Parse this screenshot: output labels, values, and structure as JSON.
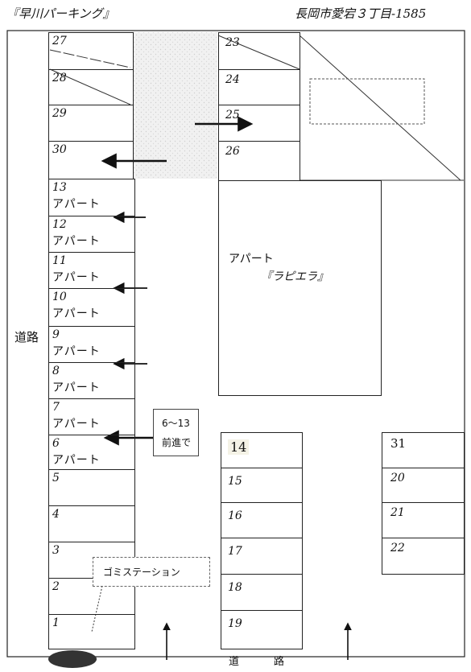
{
  "header": {
    "title": "『早川パーキング』",
    "address": "長岡市愛宕３丁目-1585"
  },
  "labels": {
    "road_left": "道路",
    "road_bottom_1": "道",
    "road_bottom_2": "路",
    "building_name": "アパート",
    "building_subname": "『ラピエラ』",
    "note_line1": "6～13",
    "note_line2": "前進で",
    "garbage_station": "ゴミステーション"
  },
  "left_column": [
    {
      "num": "27",
      "sub": ""
    },
    {
      "num": "28",
      "sub": ""
    },
    {
      "num": "29",
      "sub": ""
    },
    {
      "num": "30",
      "sub": ""
    },
    {
      "num": "13",
      "sub": "アパート"
    },
    {
      "num": "12",
      "sub": "アパート"
    },
    {
      "num": "11",
      "sub": "アパート"
    },
    {
      "num": "10",
      "sub": "アパート"
    },
    {
      "num": "9",
      "sub": "アパート"
    },
    {
      "num": "8",
      "sub": "アパート"
    },
    {
      "num": "7",
      "sub": "アパート"
    },
    {
      "num": "6",
      "sub": "アパート"
    },
    {
      "num": "5",
      "sub": ""
    },
    {
      "num": "4",
      "sub": ""
    },
    {
      "num": "3",
      "sub": ""
    },
    {
      "num": "2",
      "sub": ""
    },
    {
      "num": "1",
      "sub": ""
    }
  ],
  "top_middle": [
    "23",
    "24",
    "25",
    "26"
  ],
  "middle_column": [
    "14",
    "15",
    "16",
    "17",
    "18",
    "19"
  ],
  "right_column": [
    "31",
    "20",
    "21",
    "22"
  ]
}
